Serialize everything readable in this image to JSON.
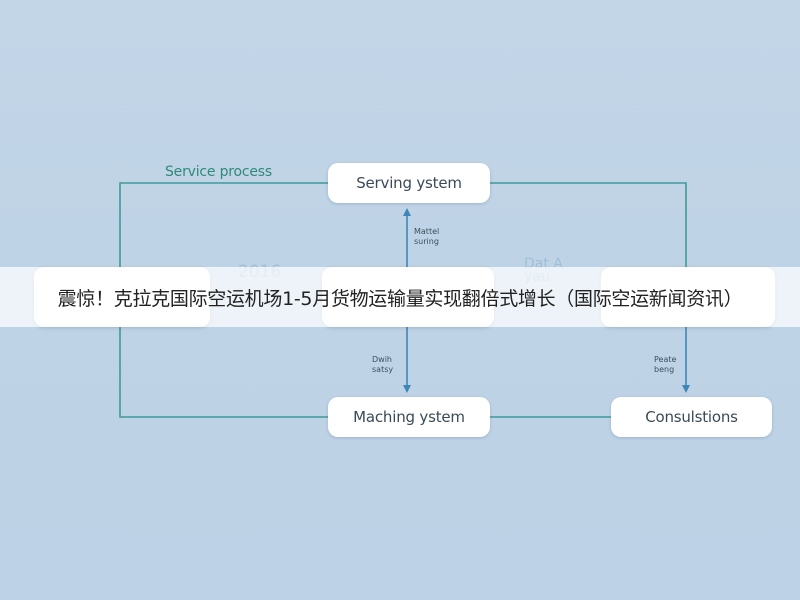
{
  "diagram": {
    "title": "Service process",
    "nodes": {
      "serving": "Serving ystem",
      "matching": "Maching ystem",
      "consultations": "Consulstions"
    },
    "edge_labels": {
      "matching_to_serving": "Mattel\nsuring",
      "center_to_matching": "Dwih\nsatsy",
      "right_to_consultations": "Peate\nbeng"
    },
    "background_marks": {
      "left": "2016",
      "right": "Dat A\nyau"
    }
  },
  "banner": {
    "title": "震惊！克拉克国际空运机场1-5月货物运输量实现翻倍式增长（国际空运新闻资讯）"
  },
  "colors": {
    "background": "#bfd4e6",
    "line": "#3f9a9a",
    "arrow": "#3f86b8",
    "title": "#2f8a78",
    "box": "#ffffff"
  }
}
